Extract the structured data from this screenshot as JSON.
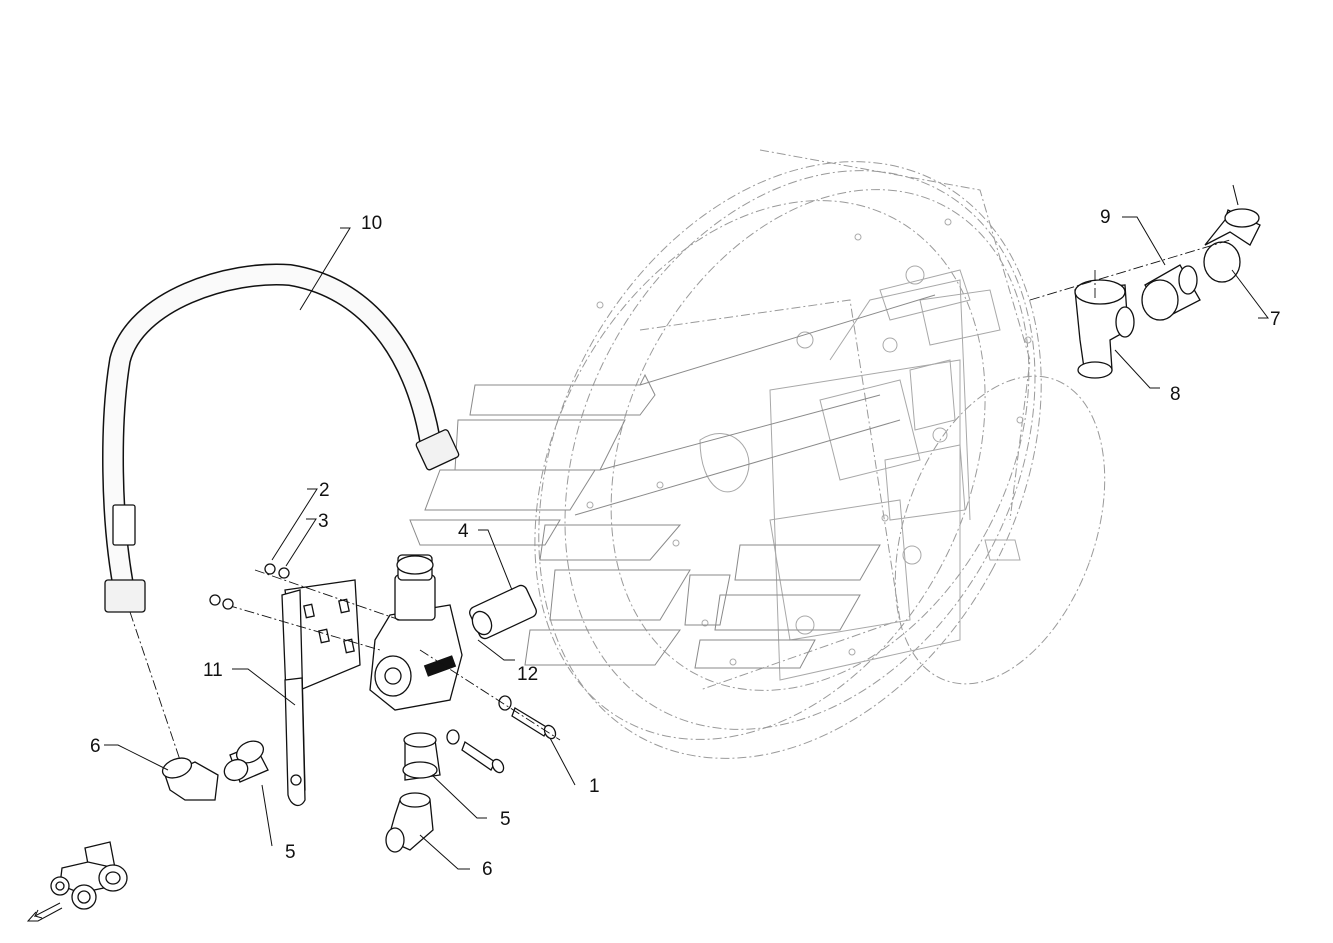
{
  "diagram": {
    "type": "exploded-parts-drawing",
    "callouts": [
      {
        "id": "c1",
        "label": "1"
      },
      {
        "id": "c2",
        "label": "2"
      },
      {
        "id": "c3",
        "label": "3"
      },
      {
        "id": "c4",
        "label": "4"
      },
      {
        "id": "c5a",
        "label": "5"
      },
      {
        "id": "c5b",
        "label": "5"
      },
      {
        "id": "c6a",
        "label": "6"
      },
      {
        "id": "c6b",
        "label": "6"
      },
      {
        "id": "c7",
        "label": "7"
      },
      {
        "id": "c8",
        "label": "8"
      },
      {
        "id": "c9",
        "label": "9"
      },
      {
        "id": "c10",
        "label": "10"
      },
      {
        "id": "c11",
        "label": "11"
      },
      {
        "id": "c12",
        "label": "12"
      }
    ],
    "icons": [
      "tractor-orientation-icon",
      "direction-arrow-icon"
    ]
  }
}
